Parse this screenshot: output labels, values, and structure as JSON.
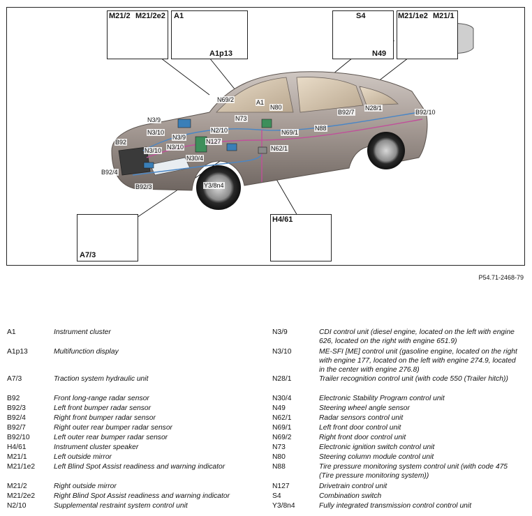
{
  "figure": {
    "insets": {
      "mirror_right": {
        "labels": [
          "M21/2",
          "M21/2e2"
        ]
      },
      "cluster": {
        "labels": [
          "A1",
          "A1p13"
        ]
      },
      "switch": {
        "labels": [
          "S4",
          "N49"
        ]
      },
      "mirror_left": {
        "labels": [
          "M21/1e2",
          "M21/1"
        ]
      },
      "hydraulic": {
        "labels": [
          "A7/3"
        ]
      },
      "speaker": {
        "labels": [
          "H4/61"
        ]
      }
    },
    "callouts": [
      "N69/2",
      "A1",
      "N80",
      "N73",
      "N69/1",
      "N88",
      "B92/7",
      "N28/1",
      "B92/10",
      "N3/9",
      "N3/10",
      "N2/10",
      "N3/9",
      "N3/10",
      "N127",
      "N30/4",
      "N62/1",
      "B92",
      "N3/10",
      "B92/4",
      "B92/3",
      "Y3/8n4"
    ]
  },
  "figure_id": "P54.71-2468-79",
  "legend": {
    "left": [
      {
        "code": "A1",
        "desc": "Instrument cluster"
      },
      {
        "code": "A1p13",
        "desc": "Multifunction display"
      },
      {
        "code": "A7/3",
        "desc": "Traction system hydraulic unit"
      },
      {
        "code": "B92",
        "desc": "Front long-range radar sensor"
      },
      {
        "code": "B92/3",
        "desc": "Left front bumper radar sensor"
      },
      {
        "code": "B92/4",
        "desc": "Right front bumper radar sensor"
      },
      {
        "code": "B92/7",
        "desc": "Right outer rear bumper radar sensor"
      },
      {
        "code": "B92/10",
        "desc": "Left outer rear bumper radar sensor"
      },
      {
        "code": "H4/61",
        "desc": "Instrument cluster speaker"
      },
      {
        "code": "M21/1",
        "desc": "Left outside mirror"
      },
      {
        "code": "M21/1e2",
        "desc": "Left Blind Spot Assist readiness and warning indicator"
      },
      {
        "code": "M21/2",
        "desc": "Right outside mirror"
      },
      {
        "code": "M21/2e2",
        "desc": "Right Blind Spot Assist readiness and warning indicator"
      },
      {
        "code": "N2/10",
        "desc": "Supplemental restraint system control unit"
      }
    ],
    "right": [
      {
        "code": "N3/9",
        "desc": "CDI control unit (diesel engine, located on the left with engine 626, located on the right with engine 651.9)"
      },
      {
        "code": "N3/10",
        "desc": "ME-SFI [ME] control unit (gasoline engine, located on the right with engine 177, located on the left with engine 274.9, located in the center with engine 276.8)"
      },
      {
        "code": "N28/1",
        "desc": "Trailer recognition control unit (with code 550 (Trailer hitch))"
      },
      {
        "code": "N30/4",
        "desc": "Electronic Stability Program control unit"
      },
      {
        "code": "N49",
        "desc": "Steering wheel angle sensor"
      },
      {
        "code": "N62/1",
        "desc": "Radar sensors control unit"
      },
      {
        "code": "N69/1",
        "desc": "Left front door control unit"
      },
      {
        "code": "N69/2",
        "desc": "Right front door control unit"
      },
      {
        "code": "N73",
        "desc": "Electronic ignition switch control unit"
      },
      {
        "code": "N80",
        "desc": "Steering column module control unit"
      },
      {
        "code": "N88",
        "desc": "Tire pressure monitoring system control unit (with code 475 (Tire pressure monitoring system))"
      },
      {
        "code": "N127",
        "desc": "Drivetrain control unit"
      },
      {
        "code": "S4",
        "desc": "Combination switch"
      },
      {
        "code": "Y3/8n4",
        "desc": "Fully integrated transmission control control unit"
      }
    ]
  }
}
